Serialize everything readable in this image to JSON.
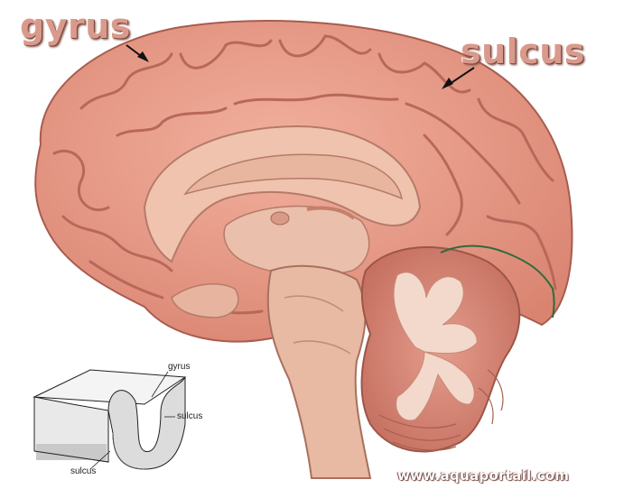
{
  "labels": {
    "gyrus_main": "gyrus",
    "sulcus_main": "sulcus",
    "inset_gyrus": "gyrus",
    "inset_sulcus_right": "sulcus",
    "inset_sulcus_bottom": "sulcus"
  },
  "watermark": "www.aquaportail.com",
  "colors": {
    "cortex": "#e79a86",
    "cortex_dark": "#b8685a",
    "inner_tissue": "#efc3ae",
    "brainstem": "#e8b9a3",
    "cerebellum": "#dc8c7c",
    "arbor": "#f3d9cc",
    "boundary_line": "#2e6b3a"
  }
}
